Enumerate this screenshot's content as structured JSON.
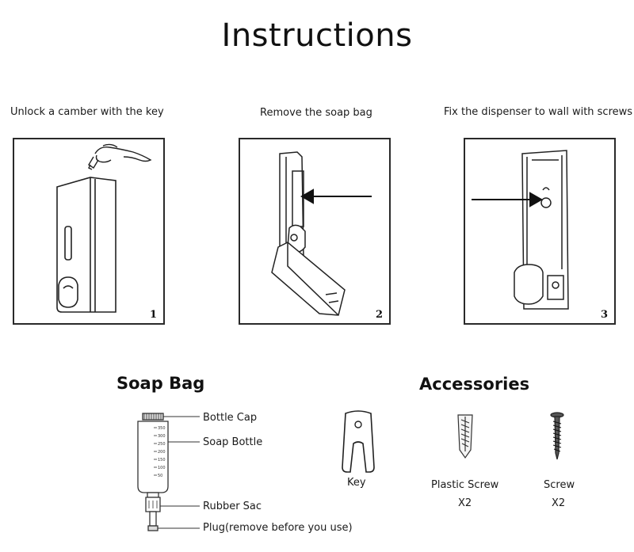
{
  "title": "Instructions",
  "steps": [
    {
      "caption": "Unlock a camber with the key",
      "number": "1"
    },
    {
      "caption": "Remove the soap bag",
      "number": "2"
    },
    {
      "caption": "Fix the dispenser to wall with screws",
      "number": "3"
    }
  ],
  "soap_bag": {
    "heading": "Soap Bag",
    "parts": [
      "Bottle Cap",
      "Soap Bottle",
      "Rubber Sac",
      "Plug(remove before you use)"
    ],
    "scale_marks": [
      "350",
      "300",
      "250",
      "200",
      "150",
      "100",
      "50"
    ]
  },
  "accessories": {
    "heading": "Accessories",
    "items": [
      {
        "label": "Key",
        "qty": ""
      },
      {
        "label": "Plastic Screw",
        "qty": "X2"
      },
      {
        "label": "Screw",
        "qty": "X2"
      }
    ]
  }
}
